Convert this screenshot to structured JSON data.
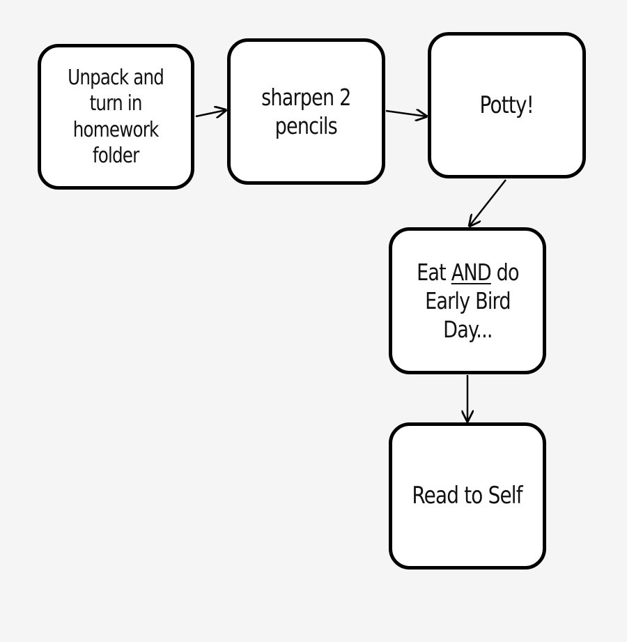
{
  "nodes": {
    "unpack": {
      "lines": [
        "Unpack and",
        "turn in",
        "homework",
        "folder"
      ]
    },
    "sharpen": {
      "lines": [
        "sharpen 2",
        "pencils"
      ]
    },
    "potty": {
      "lines": [
        "Potty!"
      ]
    },
    "eat": {
      "line1_a": "Eat ",
      "line1_underlined": "AND",
      "line1_b": " do",
      "line2": "Early Bird",
      "line3": "Day..."
    },
    "read": {
      "lines": [
        "Read to Self"
      ]
    }
  },
  "colors": {
    "background": "#f5f5f5",
    "node_fill": "#ffffff",
    "stroke": "#000000"
  }
}
